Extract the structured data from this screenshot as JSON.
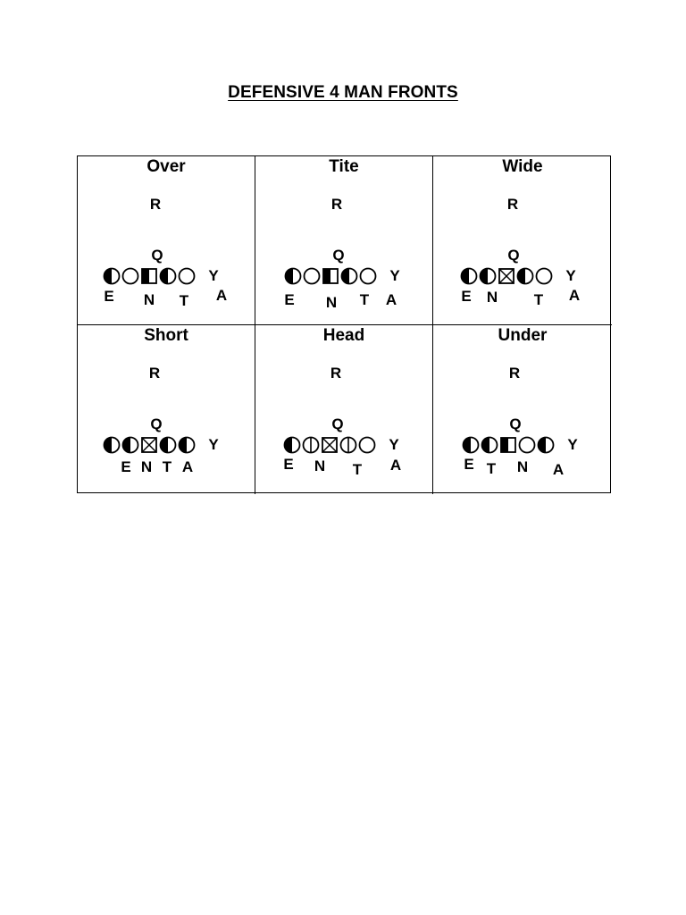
{
  "title": "DEFENSIVE 4 MAN FRONTS",
  "fronts": [
    {
      "name": "Over",
      "r_label": "R",
      "q_label": "Q",
      "y_label": "Y",
      "line": [
        "half-left",
        "circle",
        "center-half",
        "half-left",
        "circle"
      ],
      "defenders": [
        {
          "label": "E"
        },
        {
          "label": "N"
        },
        {
          "label": "T"
        },
        {
          "label": "A"
        }
      ]
    },
    {
      "name": "Tite",
      "r_label": "R",
      "q_label": "Q",
      "y_label": "Y",
      "line": [
        "half-left",
        "circle",
        "center-half",
        "half-left",
        "circle"
      ],
      "defenders": [
        {
          "label": "E"
        },
        {
          "label": "N"
        },
        {
          "label": "T"
        },
        {
          "label": "A"
        }
      ]
    },
    {
      "name": "Wide",
      "r_label": "R",
      "q_label": "Q",
      "y_label": "Y",
      "line": [
        "half-left",
        "half-left",
        "center-x",
        "half-left",
        "circle"
      ],
      "defenders": [
        {
          "label": "E"
        },
        {
          "label": "N"
        },
        {
          "label": "T"
        },
        {
          "label": "A"
        }
      ]
    },
    {
      "name": "Short",
      "r_label": "R",
      "q_label": "Q",
      "y_label": "Y",
      "line": [
        "half-left",
        "half-left",
        "center-x",
        "half-left",
        "half-left"
      ],
      "defenders": [
        {
          "label": "E"
        },
        {
          "label": "N"
        },
        {
          "label": "T"
        },
        {
          "label": "A"
        }
      ]
    },
    {
      "name": "Head",
      "r_label": "R",
      "q_label": "Q",
      "y_label": "Y",
      "line": [
        "half-left",
        "split",
        "center-x",
        "split",
        "circle"
      ],
      "defenders": [
        {
          "label": "E"
        },
        {
          "label": "N"
        },
        {
          "label": "T"
        },
        {
          "label": "A"
        }
      ]
    },
    {
      "name": "Under",
      "r_label": "R",
      "q_label": "Q",
      "y_label": "Y",
      "line": [
        "half-left",
        "half-left",
        "center-half",
        "circle",
        "half-left"
      ],
      "defenders": [
        {
          "label": "E"
        },
        {
          "label": "T"
        },
        {
          "label": "N"
        },
        {
          "label": "A"
        }
      ]
    }
  ]
}
